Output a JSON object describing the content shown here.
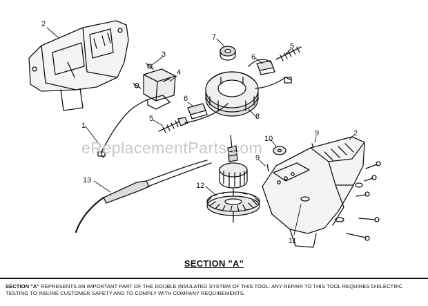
{
  "watermark": "eReplacementParts.com",
  "callouts": [
    "1",
    "2",
    "3",
    "4",
    "5",
    "6",
    "7",
    "5",
    "6",
    "8",
    "9",
    "10",
    "9",
    "2",
    "11",
    "12",
    "13"
  ],
  "section_title": "SECTION \"A\"",
  "note": {
    "label": "SECTION \"A\"",
    "text": " REPRESENTS AN IMPORTANT PART OF THE DOUBLE INSULATED SYSTEM OF THIS TOOL. ANY REPAIR TO THIS TOOL REQUIRES DIELECTRIC TESTING TO INSURE CUSTOMER SAFETY AND TO COMPLY WITH COMPANY REQUIREMENTS."
  }
}
